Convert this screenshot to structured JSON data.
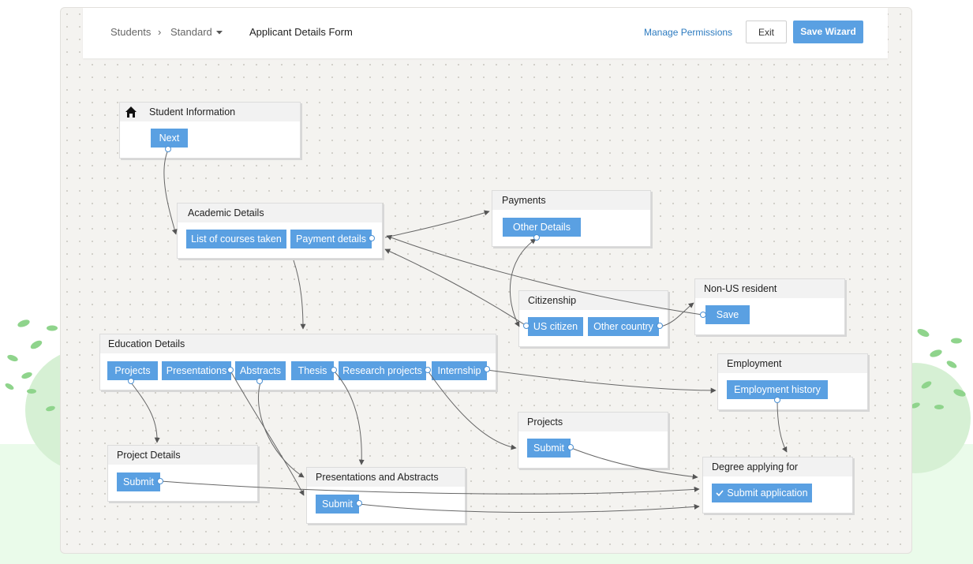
{
  "breadcrumb": {
    "root": "Students",
    "separator": "›",
    "current": "Standard",
    "dropdown_icon": "caret-down-icon",
    "page_title": "Applicant Details Form"
  },
  "header": {
    "manage_permissions": "Manage Permissions",
    "exit": "Exit",
    "save_wizard": "Save Wizard"
  },
  "colors": {
    "button_blue": "#5aa0e2",
    "link_blue": "#2d7bc0",
    "canvas_bg": "#f4f3f0",
    "connector": "#666666"
  },
  "nodes": {
    "student_information": {
      "title": "Student Information",
      "icon": "home-icon",
      "buttons": [
        "Next"
      ]
    },
    "academic_details": {
      "title": "Academic Details",
      "buttons": [
        "List of courses taken",
        "Payment details"
      ]
    },
    "payments": {
      "title": "Payments",
      "buttons": [
        "Other Details"
      ]
    },
    "citizenship": {
      "title": "Citizenship",
      "buttons": [
        "US citizen",
        "Other country"
      ]
    },
    "non_us_resident": {
      "title": "Non-US resident",
      "buttons": [
        "Save"
      ]
    },
    "education_details": {
      "title": "Education Details",
      "buttons": [
        "Projects",
        "Presentations",
        "Abstracts",
        "Thesis",
        "Research projects",
        "Internship"
      ]
    },
    "employment": {
      "title": "Employment",
      "buttons": [
        "Employment history"
      ]
    },
    "projects": {
      "title": "Projects",
      "buttons": [
        "Submit"
      ]
    },
    "project_details": {
      "title": "Project Details",
      "buttons": [
        "Submit"
      ]
    },
    "presentations_abstracts": {
      "title": "Presentations and Abstracts",
      "buttons": [
        "Submit"
      ]
    },
    "degree_applying": {
      "title": "Degree applying for",
      "icon": "check-icon",
      "buttons": [
        "Submit application"
      ]
    }
  }
}
